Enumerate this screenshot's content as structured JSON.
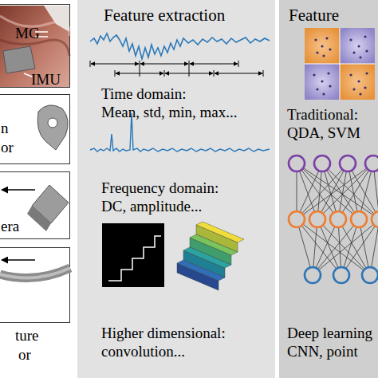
{
  "diagram": {
    "nodes": [
      {
        "text": [
          "MG",
          "IMU"
        ]
      },
      {
        "text": [
          "n",
          "or"
        ]
      },
      {
        "text": [
          "era"
        ]
      },
      {
        "text": [
          "ture",
          "or"
        ]
      },
      {
        "text": [
          "Feature extraction",
          "Time domain:",
          "Mean, std, min, max...",
          "Frequency domain:",
          "DC, amplitude...",
          "Higher dimensional:",
          "convolution..."
        ]
      },
      {
        "text": [
          "Feature",
          "Traditional:",
          "QDA, SVM",
          "Deep learning",
          "CNN, point"
        ]
      }
    ]
  }
}
